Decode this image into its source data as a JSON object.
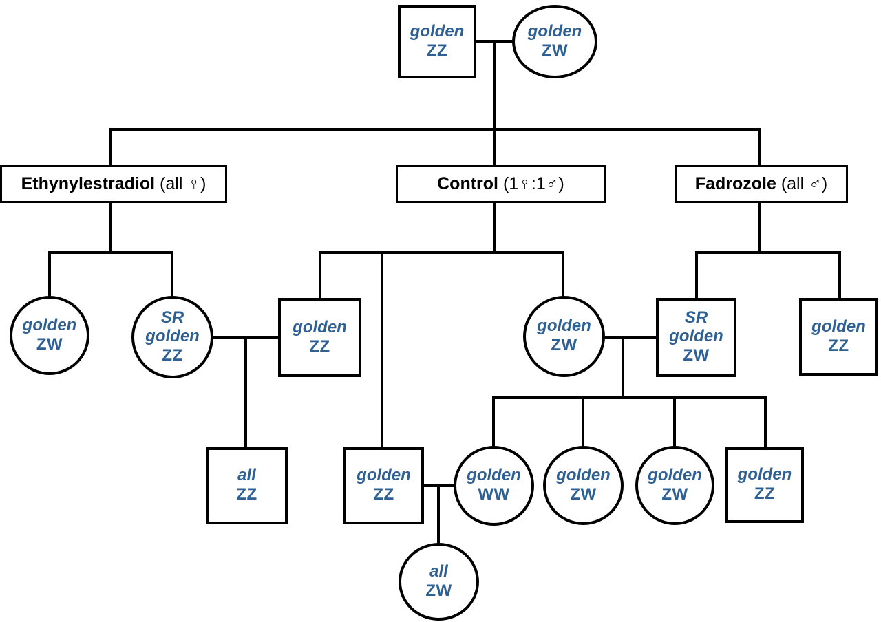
{
  "diagram": {
    "type": "pedigree-cross",
    "background": "#ffffff",
    "colors": {
      "line": "#000000",
      "label_blue": "#2e6094"
    }
  },
  "treatments": {
    "ethynylestradiol": {
      "name": "Ethynylestradiol",
      "suffix": " (all ♀)"
    },
    "control": {
      "name": "Control",
      "suffix": " (1♀:1♂)"
    },
    "fadrozole": {
      "name": "Fadrozole",
      "suffix": " (all ♂)"
    }
  },
  "nodes": {
    "p0_male": {
      "shape": "square",
      "phenotype": "golden",
      "genotype": "ZZ"
    },
    "p0_female": {
      "shape": "circle",
      "phenotype": "golden",
      "genotype": "ZW"
    },
    "ee_f1_zw": {
      "shape": "circle",
      "phenotype": "golden",
      "genotype": "ZW"
    },
    "ee_f1_sr_zz": {
      "shape": "circle",
      "prefix": "SR",
      "phenotype": "golden",
      "genotype": "ZZ"
    },
    "ctrl_f1_zz": {
      "shape": "square",
      "phenotype": "golden",
      "genotype": "ZZ"
    },
    "ctrl_f1_zw": {
      "shape": "circle",
      "phenotype": "golden",
      "genotype": "ZW"
    },
    "fad_f1_sr_zw": {
      "shape": "square",
      "prefix": "SR",
      "phenotype": "golden",
      "genotype": "ZW"
    },
    "fad_f1_zz": {
      "shape": "square",
      "phenotype": "golden",
      "genotype": "ZZ"
    },
    "f2_all_zz": {
      "shape": "square",
      "phenotype": "all",
      "genotype": "ZZ"
    },
    "f2_golden_zz": {
      "shape": "square",
      "phenotype": "golden",
      "genotype": "ZZ"
    },
    "f2_golden_ww": {
      "shape": "circle",
      "phenotype": "golden",
      "genotype": "WW"
    },
    "f2_golden_zw_1": {
      "shape": "circle",
      "phenotype": "golden",
      "genotype": "ZW"
    },
    "f2_golden_zw_2": {
      "shape": "circle",
      "phenotype": "golden",
      "genotype": "ZW"
    },
    "f2_golden_zz_2": {
      "shape": "square",
      "phenotype": "golden",
      "genotype": "ZZ"
    },
    "f3_all_zw": {
      "shape": "circle",
      "phenotype": "all",
      "genotype": "ZW"
    }
  }
}
